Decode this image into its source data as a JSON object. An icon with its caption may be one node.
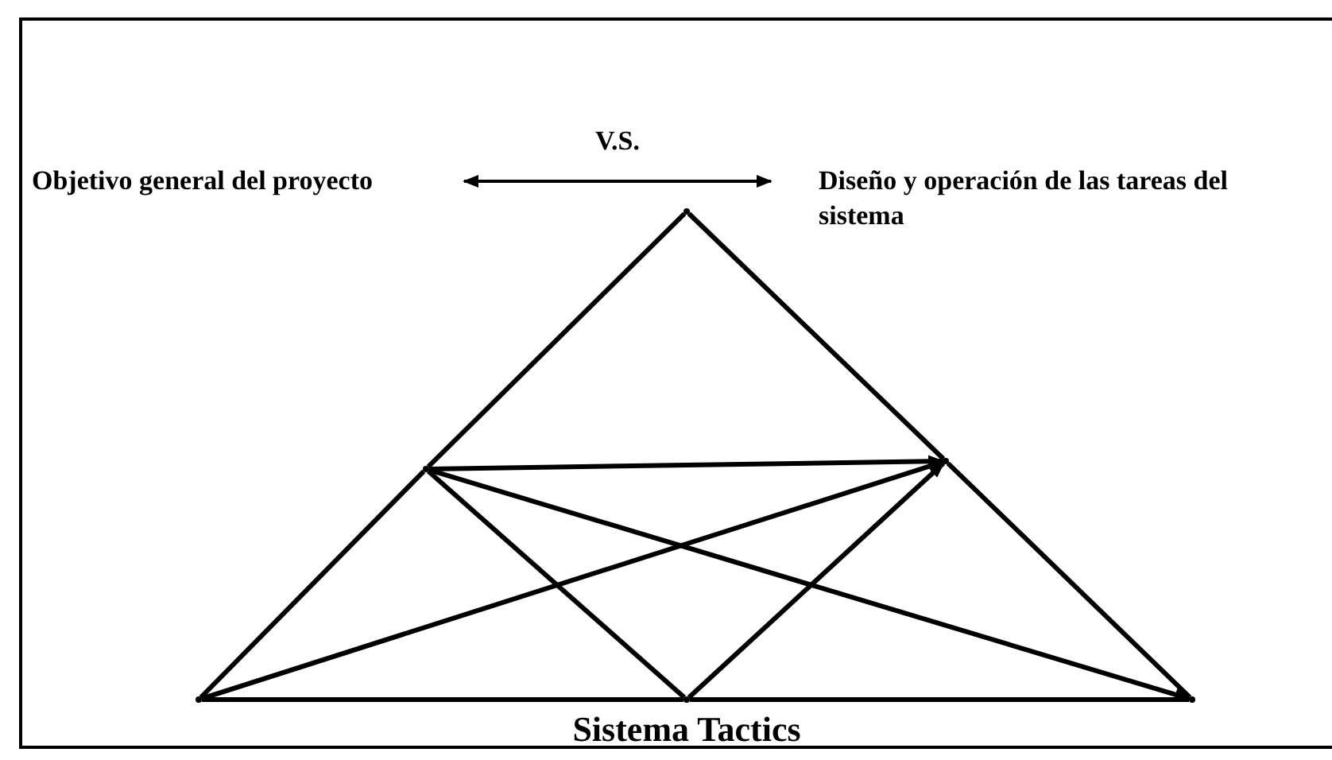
{
  "diagram": {
    "nodes": [
      {
        "text": [
          "Objetivo general del proyecto"
        ]
      },
      {
        "text": [
          "Diseño y operación de las tareas del sistema"
        ]
      },
      {
        "text": [],
        "shape": "point"
      },
      {
        "text": [],
        "shape": "point"
      },
      {
        "text": [],
        "shape": "point"
      },
      {
        "text": [],
        "shape": "point"
      },
      {
        "text": [],
        "shape": "point"
      },
      {
        "text": [],
        "shape": "point"
      }
    ],
    "edges": [
      {
        "from": 0,
        "to": 1,
        "arrow": "both",
        "label": "V.S."
      },
      {
        "from": 2,
        "to": 3,
        "arrow": "none"
      },
      {
        "from": 2,
        "to": 4,
        "arrow": "none"
      },
      {
        "from": 3,
        "to": 5,
        "arrow": "none"
      },
      {
        "from": 4,
        "to": 7,
        "arrow": "none"
      },
      {
        "from": 5,
        "to": 6,
        "arrow": "none"
      },
      {
        "from": 6,
        "to": 7,
        "arrow": "none"
      },
      {
        "from": 3,
        "to": 6,
        "arrow": "none"
      },
      {
        "from": 3,
        "to": 4,
        "arrow": "to"
      },
      {
        "from": 5,
        "to": 4,
        "arrow": "to"
      },
      {
        "from": 6,
        "to": 4,
        "arrow": "to"
      },
      {
        "from": 3,
        "to": 7,
        "arrow": "to"
      }
    ],
    "labels": [
      "Sistema Tactics"
    ]
  }
}
